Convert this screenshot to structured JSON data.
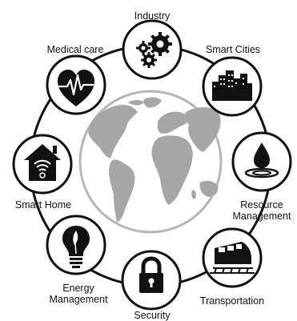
{
  "labels": {
    "industry": "Industry",
    "smart_cities": "Smart Cities",
    "resource_management": "Resource\nManagement",
    "transportation": "Transportation",
    "security": "Security",
    "energy_management": "Energy\nManagement",
    "smart_home": "Smart Home",
    "medical_care": "Medical care"
  },
  "icons": {
    "industry": "gears-icon",
    "smart_cities": "city-buildings-icon",
    "resource_management": "water-drop-icon",
    "transportation": "train-icon",
    "security": "padlock-icon",
    "energy_management": "lightbulb-icon",
    "smart_home": "smart-home-icon",
    "medical_care": "heart-pulse-icon"
  },
  "colors": {
    "globe_ocean": "#ffffff",
    "globe_land": "#a6a6a6",
    "ring": "#111111",
    "icon": "#111111"
  }
}
